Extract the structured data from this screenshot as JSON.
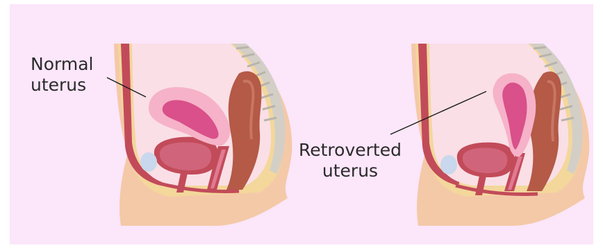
{
  "labels": {
    "normal": {
      "line1": "Normal",
      "line2": "uterus"
    },
    "retroverted": {
      "line1": "Retroverted",
      "line2": "uterus"
    }
  },
  "figures": [
    {
      "name": "normal-uterus-figure",
      "uterus_position": "tilted forward"
    },
    {
      "name": "retroverted-uterus-figure",
      "uterus_position": "tilted backward"
    }
  ],
  "colors": {
    "background": "#fbe6fa",
    "skin": "#f4c9a8",
    "fat_layer": "#f3d79b",
    "cavity": "#fadfe6",
    "muscle_red": "#c24b5a",
    "rectum": "#b45a47",
    "uterus_outer": "#f6b2c8",
    "uterus_inner": "#d9508a",
    "bladder": "#c9536a",
    "bone": "#dadada",
    "pubic_bone": "#c9d8ec"
  }
}
